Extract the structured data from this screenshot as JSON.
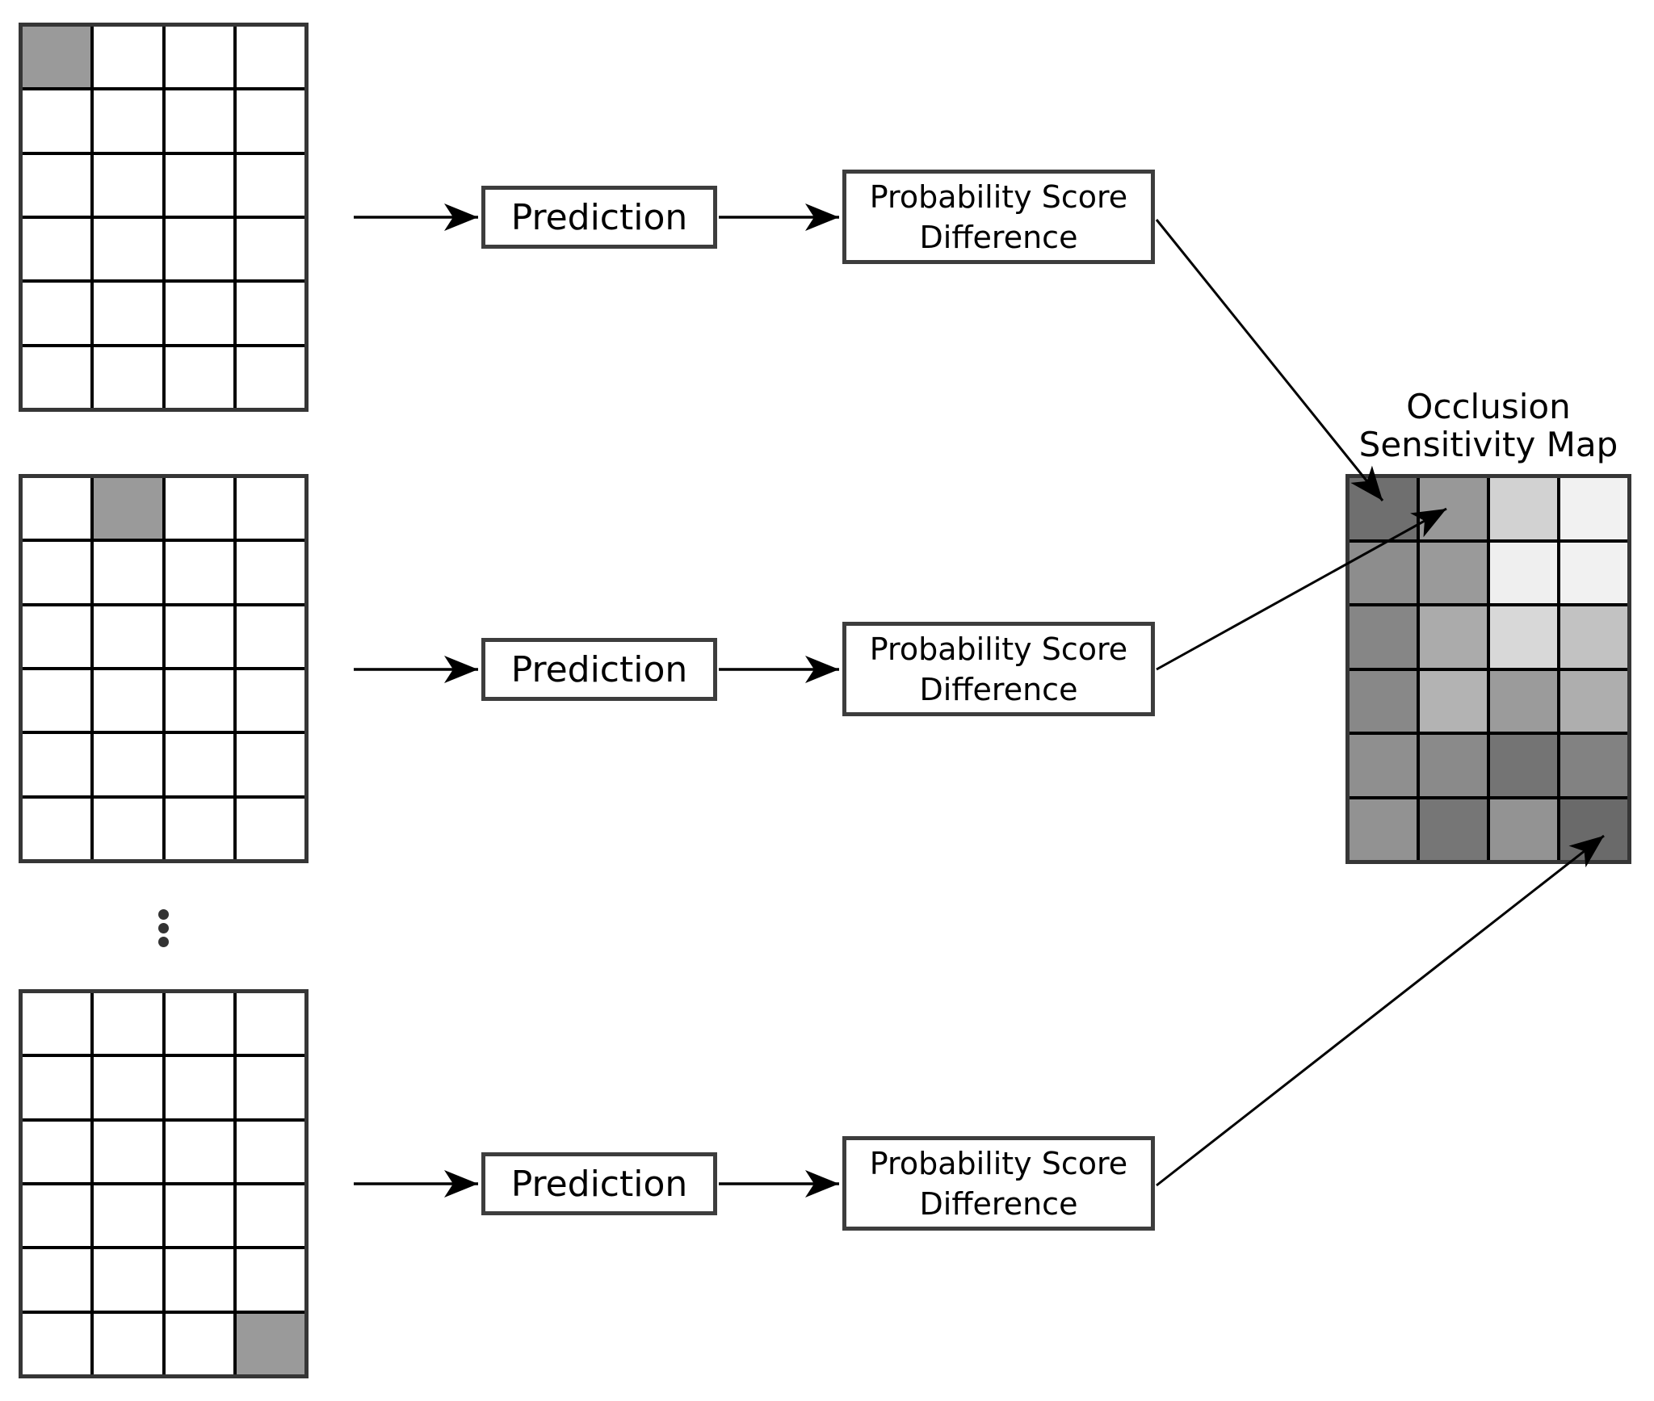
{
  "figure": {
    "inputs": [
      {
        "rows": 6,
        "cols": 4,
        "occluded_row": 0,
        "occluded_col": 0
      },
      {
        "rows": 6,
        "cols": 4,
        "occluded_row": 0,
        "occluded_col": 1
      },
      {
        "rows": 6,
        "cols": 4,
        "occluded_row": 5,
        "occluded_col": 3
      }
    ],
    "pipeline_rows": [
      {
        "prediction_label": "Prediction",
        "psd_line1": "Probability Score",
        "psd_line2": "Difference"
      },
      {
        "prediction_label": "Prediction",
        "psd_line1": "Probability Score",
        "psd_line2": "Difference"
      },
      {
        "prediction_label": "Prediction",
        "psd_line1": "Probability Score",
        "psd_line2": "Difference"
      }
    ],
    "map": {
      "title_line1": "Occlusion",
      "title_line2": "Sensitivity Map",
      "rows": 6,
      "cols": 4,
      "cell_colors": [
        [
          "#6f6f6f",
          "#989898",
          "#d2d2d2",
          "#f1f1f1"
        ],
        [
          "#8d8d8d",
          "#9a9a9a",
          "#efefef",
          "#f1f1f1"
        ],
        [
          "#868686",
          "#ababab",
          "#d8d8d8",
          "#c2c2c2"
        ],
        [
          "#888888",
          "#b3b3b3",
          "#9b9b9b",
          "#aeaeae"
        ],
        [
          "#8f8f8f",
          "#8a8a8a",
          "#747474",
          "#828282"
        ],
        [
          "#929292",
          "#767676",
          "#939393",
          "#6a6a6a"
        ]
      ]
    },
    "colors": {
      "occluded_cell": "#9a9a9a",
      "input_cell": "#ffffff",
      "grid_inner_lines": "#000000",
      "grid_outer_border": "#363636",
      "box_border": "#3d3d3d",
      "arrow": "#000000",
      "ellipsis_dot": "#333333",
      "background": "#ffffff"
    }
  }
}
